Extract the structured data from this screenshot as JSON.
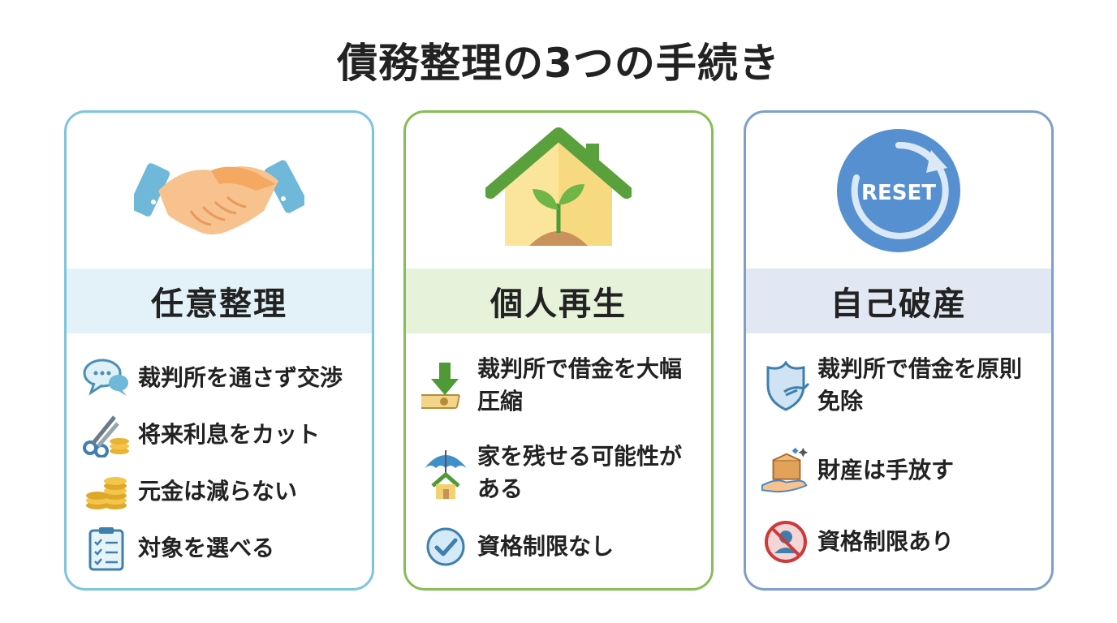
{
  "title": "債務整理の3つの手続き",
  "cards": [
    {
      "name": "任意整理",
      "items": [
        {
          "text": "裁判所を通さず交渉",
          "icon": "speech-bubble-icon"
        },
        {
          "text": "将来利息をカット",
          "icon": "scissors-coins-icon"
        },
        {
          "text": "元金は減らない",
          "icon": "coin-stack-icon"
        },
        {
          "text": "対象を選べる",
          "icon": "clipboard-checklist-icon"
        }
      ]
    },
    {
      "name": "個人再生",
      "items": [
        {
          "text": "裁判所で借金を大幅圧縮",
          "icon": "down-arrow-money-icon"
        },
        {
          "text": "家を残せる可能性がある",
          "icon": "umbrella-house-icon"
        },
        {
          "text": "資格制限なし",
          "icon": "check-circle-icon"
        }
      ]
    },
    {
      "name": "自己破産",
      "items": [
        {
          "text": "裁判所で借金を原則免除",
          "icon": "shield-icon"
        },
        {
          "text": "財産は手放す",
          "icon": "hand-box-icon"
        },
        {
          "text": "資格制限あり",
          "icon": "prohibited-person-icon"
        }
      ]
    }
  ],
  "reset_label": "RESET",
  "colors": {
    "card1_border": "#7cc4df",
    "card2_border": "#86bd55",
    "card3_border": "#7d9fc9"
  }
}
